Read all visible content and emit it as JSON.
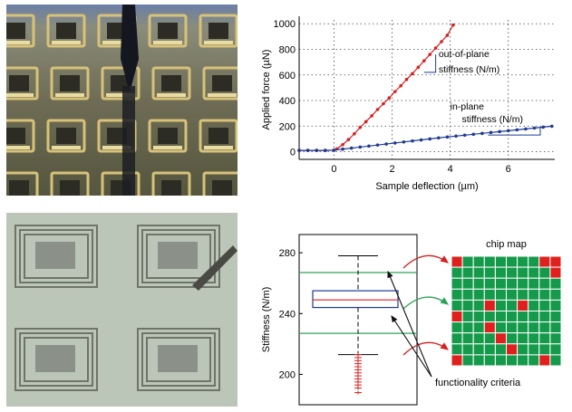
{
  "chart_data": [
    {
      "type": "line",
      "xlabel": "Sample deflection (µm)",
      "ylabel": "Applied force (µN)",
      "xlim": [
        -1.2,
        7.6
      ],
      "ylim": [
        -60,
        1030
      ],
      "x_ticks": [
        "0",
        "2",
        "4",
        "6"
      ],
      "x_tick_values": [
        0,
        2,
        4,
        6
      ],
      "y_ticks": [
        "0",
        "200",
        "400",
        "600",
        "800",
        "1000"
      ],
      "y_tick_values": [
        0,
        200,
        400,
        600,
        800,
        1000
      ],
      "grid": true,
      "series": [
        {
          "color": "#d62020",
          "x": [
            -1.2,
            -0.9,
            -0.6,
            -0.3,
            0.0,
            0.1,
            0.3,
            0.5,
            0.7,
            0.9,
            1.1,
            1.3,
            1.5,
            1.7,
            1.9,
            2.1,
            2.3,
            2.5,
            2.7,
            2.9,
            3.1,
            3.3,
            3.5,
            3.7,
            3.9,
            4.1
          ],
          "y": [
            10,
            10,
            10,
            10,
            12,
            22,
            55,
            95,
            140,
            190,
            235,
            280,
            330,
            375,
            420,
            470,
            515,
            565,
            610,
            660,
            710,
            760,
            810,
            860,
            910,
            990
          ]
        },
        {
          "color": "#1f3a93",
          "x": [
            -1.2,
            -0.9,
            -0.6,
            -0.3,
            0.0,
            0.3,
            0.6,
            0.9,
            1.2,
            1.5,
            1.8,
            2.1,
            2.4,
            2.7,
            3.0,
            3.3,
            3.6,
            3.9,
            4.2,
            4.5,
            4.8,
            5.1,
            5.4,
            5.7,
            6.0,
            6.3,
            6.6,
            6.9,
            7.2,
            7.5
          ],
          "y": [
            10,
            10,
            10,
            10,
            12,
            20,
            28,
            36,
            44,
            52,
            60,
            68,
            76,
            84,
            92,
            100,
            108,
            115,
            122,
            129,
            136,
            143,
            150,
            157,
            164,
            171,
            178,
            185,
            192,
            199
          ]
        }
      ],
      "annotations": [
        {
          "lines": [
            "out-of-plane",
            "stiffness (N/m)"
          ]
        },
        {
          "lines": [
            "in-plane",
            "stiffness (N/m)"
          ]
        }
      ]
    },
    {
      "type": "box",
      "ylabel": "Stiffness (N/m)",
      "ylim": [
        180,
        292
      ],
      "y_ticks": [
        "200",
        "240",
        "280"
      ],
      "y_tick_values": [
        200,
        240,
        280
      ],
      "box": {
        "whisker_high": 278,
        "q3": 255,
        "median": 249,
        "q1": 244,
        "whisker_low": 213
      },
      "criteria_lines": [
        267,
        227
      ],
      "outliers": [
        213,
        211,
        209,
        207,
        205,
        203,
        201,
        199,
        197,
        195,
        193,
        191,
        188
      ],
      "box_color": "#1f3a93",
      "median_color": "#d62020",
      "criteria_color": "#2fa35a",
      "outlier_color": "#d62020"
    }
  ],
  "chip_map": {
    "title": "chip map",
    "rows": 10,
    "cols": 10,
    "grid_color": "#ffffff",
    "pass_color": "#149a4a",
    "fail_color": "#e0201c",
    "failed_cells": [
      [
        0,
        0
      ],
      [
        0,
        8
      ],
      [
        0,
        9
      ],
      [
        1,
        9
      ],
      [
        4,
        3
      ],
      [
        4,
        6
      ],
      [
        5,
        0
      ],
      [
        6,
        3
      ],
      [
        7,
        4
      ],
      [
        8,
        5
      ],
      [
        9,
        0
      ],
      [
        9,
        8
      ]
    ]
  },
  "criteria_label": "functionality criteria",
  "arrow_colors": {
    "high": "#d62020",
    "mid": "#2fa35a",
    "low": "#d62020",
    "pointer": "#111111"
  }
}
